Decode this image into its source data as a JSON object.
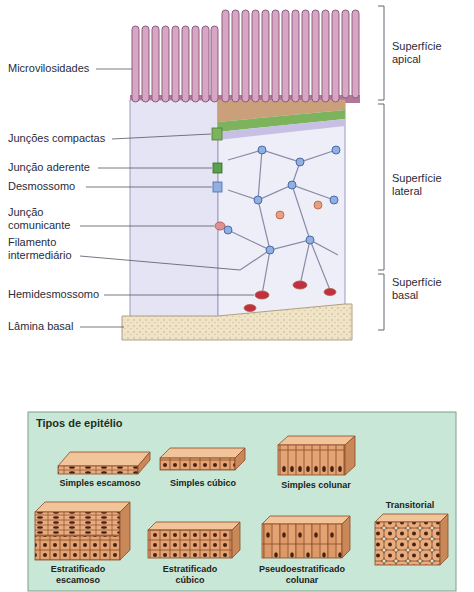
{
  "diagram": {
    "nodes": [
      {
        "text": [
          "Tipos de epitélio"
        ]
      }
    ],
    "labels": [
      "Microvilosidades",
      "Superfície apical",
      "Junções compactas",
      "Junção aderente",
      "Superfície lateral",
      "Desmossomo",
      "Junção comunicante",
      "Filamento intermediário",
      "Superfície basal",
      "Hemidesmossomo",
      "Lâmina basal",
      "Simples escamoso",
      "Simples cúbico",
      "Simples colunar",
      "Transitorial",
      "Estratificado escamoso",
      "Estratificado cúbico",
      "Pseudoestratificado colunar"
    ]
  }
}
